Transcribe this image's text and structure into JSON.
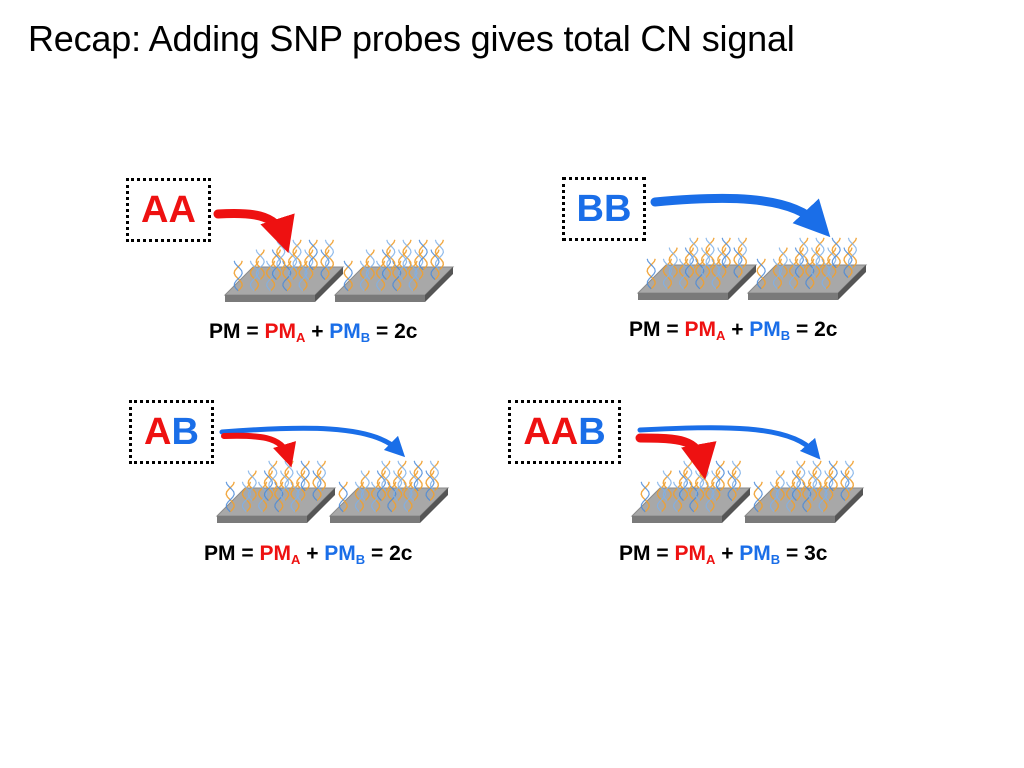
{
  "slide": {
    "title": "Recap: Adding SNP probes gives total CN signal"
  },
  "colors": {
    "allele_a": "#ee1111",
    "allele_b": "#1a6ee8",
    "chip_top": "#a8a8a8",
    "chip_side": "#555555"
  },
  "panels": [
    {
      "id": "aa",
      "genotype_parts": [
        {
          "text": "AA",
          "allele": "a"
        }
      ],
      "formula": {
        "pm": "PM =",
        "pm_a": "PM",
        "sub_a": "A",
        "plus": "+",
        "pm_b": "PM",
        "sub_b": "B",
        "result": "= 2c"
      }
    },
    {
      "id": "bb",
      "genotype_parts": [
        {
          "text": "BB",
          "allele": "b"
        }
      ],
      "formula": {
        "pm": "PM =",
        "pm_a": "PM",
        "sub_a": "A",
        "plus": "+",
        "pm_b": "PM",
        "sub_b": "B",
        "result": "= 2c"
      }
    },
    {
      "id": "ab",
      "genotype_parts": [
        {
          "text": "A",
          "allele": "a"
        },
        {
          "text": "B",
          "allele": "b"
        }
      ],
      "formula": {
        "pm": "PM =",
        "pm_a": "PM",
        "sub_a": "A",
        "plus": "+",
        "pm_b": "PM",
        "sub_b": "B",
        "result": "= 2c"
      }
    },
    {
      "id": "aab",
      "genotype_parts": [
        {
          "text": "AA",
          "allele": "a"
        },
        {
          "text": "B",
          "allele": "b"
        }
      ],
      "formula": {
        "pm": "PM =",
        "pm_a": "PM",
        "sub_a": "A",
        "plus": "+",
        "pm_b": "PM",
        "sub_b": "B",
        "result": "= 3c"
      }
    }
  ]
}
